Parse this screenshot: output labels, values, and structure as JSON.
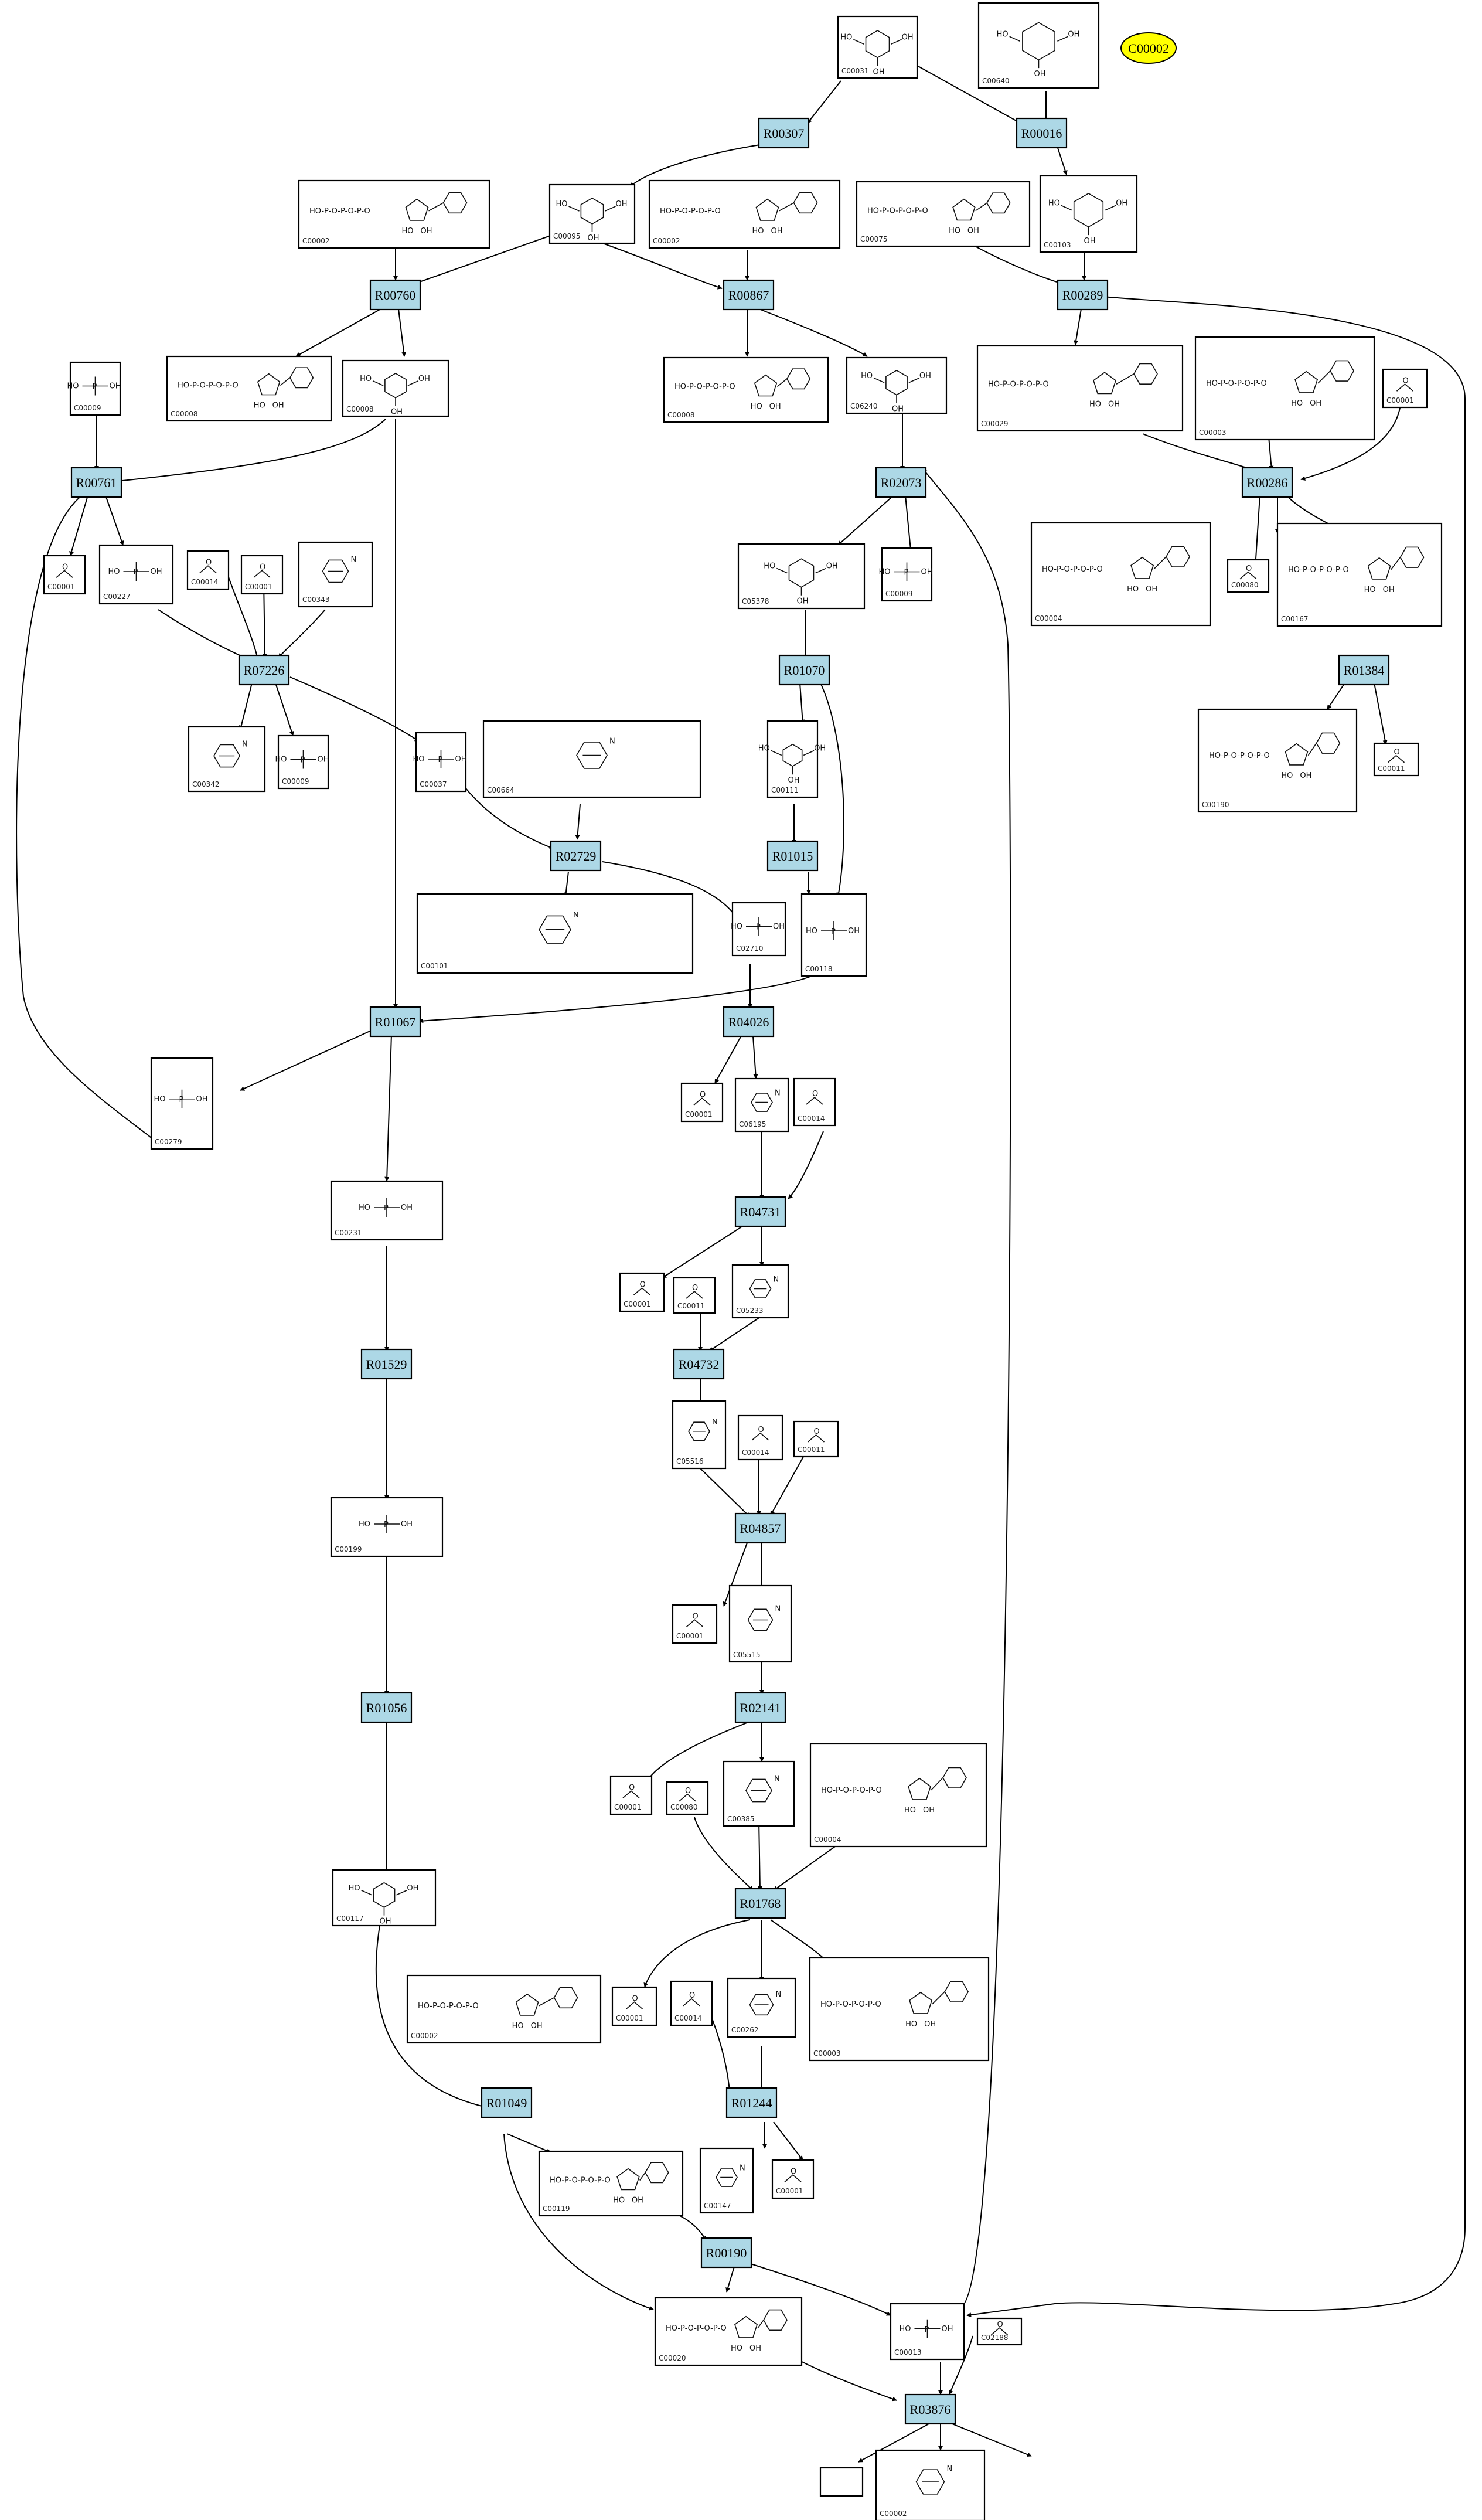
{
  "legend": {
    "label": "C00002",
    "color": "#ffff00"
  },
  "colors": {
    "reaction_fill": "#add8e6",
    "compound_fill": "#ffffff",
    "stroke": "#000000"
  },
  "reactions": [
    {
      "id": "R00307"
    },
    {
      "id": "R00016"
    },
    {
      "id": "R00760"
    },
    {
      "id": "R00867"
    },
    {
      "id": "R00289"
    },
    {
      "id": "R00761"
    },
    {
      "id": "R02073"
    },
    {
      "id": "R00286"
    },
    {
      "id": "R07226"
    },
    {
      "id": "R01070"
    },
    {
      "id": "R01384"
    },
    {
      "id": "R02729"
    },
    {
      "id": "R01015"
    },
    {
      "id": "R01067"
    },
    {
      "id": "R04026"
    },
    {
      "id": "R04731"
    },
    {
      "id": "R01529"
    },
    {
      "id": "R04732"
    },
    {
      "id": "R04857"
    },
    {
      "id": "R01056"
    },
    {
      "id": "R02141"
    },
    {
      "id": "R01768"
    },
    {
      "id": "R01049"
    },
    {
      "id": "R01244"
    },
    {
      "id": "R00190"
    },
    {
      "id": "R03876"
    }
  ],
  "compounds": [
    {
      "id": "C00031"
    },
    {
      "id": "C00640"
    },
    {
      "id": "C00002"
    },
    {
      "id": "C00095"
    },
    {
      "id": "C00002"
    },
    {
      "id": "C00075"
    },
    {
      "id": "C00103"
    },
    {
      "id": "C00008"
    },
    {
      "id": "C00008"
    },
    {
      "id": "C00008"
    },
    {
      "id": "C06240"
    },
    {
      "id": "C00009"
    },
    {
      "id": "C00029"
    },
    {
      "id": "C00003"
    },
    {
      "id": "C00001"
    },
    {
      "id": "C00001"
    },
    {
      "id": "C00227"
    },
    {
      "id": "C00014"
    },
    {
      "id": "C00001"
    },
    {
      "id": "C00343"
    },
    {
      "id": "C05378"
    },
    {
      "id": "C00009"
    },
    {
      "id": "C00004"
    },
    {
      "id": "C00080"
    },
    {
      "id": "C00167"
    },
    {
      "id": "C00342"
    },
    {
      "id": "C00009"
    },
    {
      "id": "C00037"
    },
    {
      "id": "C00664"
    },
    {
      "id": "C00111"
    },
    {
      "id": "C00190"
    },
    {
      "id": "C00011"
    },
    {
      "id": "C00101"
    },
    {
      "id": "C02710"
    },
    {
      "id": "C00118"
    },
    {
      "id": "C00279"
    },
    {
      "id": "C00001"
    },
    {
      "id": "C06195"
    },
    {
      "id": "C00014"
    },
    {
      "id": "C00231"
    },
    {
      "id": "C00001"
    },
    {
      "id": "C00011"
    },
    {
      "id": "C05233"
    },
    {
      "id": "C05516"
    },
    {
      "id": "C00014"
    },
    {
      "id": "C00011"
    },
    {
      "id": "C00199"
    },
    {
      "id": "C00001"
    },
    {
      "id": "C05515"
    },
    {
      "id": "C00001"
    },
    {
      "id": "C00080"
    },
    {
      "id": "C00385"
    },
    {
      "id": "C00004"
    },
    {
      "id": "C00117"
    },
    {
      "id": "C00001"
    },
    {
      "id": "C00014"
    },
    {
      "id": "C00262"
    },
    {
      "id": "C00003"
    },
    {
      "id": "C00002"
    },
    {
      "id": "C00119"
    },
    {
      "id": "C00147"
    },
    {
      "id": "C00001"
    },
    {
      "id": "C00020"
    },
    {
      "id": "C00013"
    },
    {
      "id": "C02188"
    },
    {
      "id": "C00002"
    }
  ]
}
